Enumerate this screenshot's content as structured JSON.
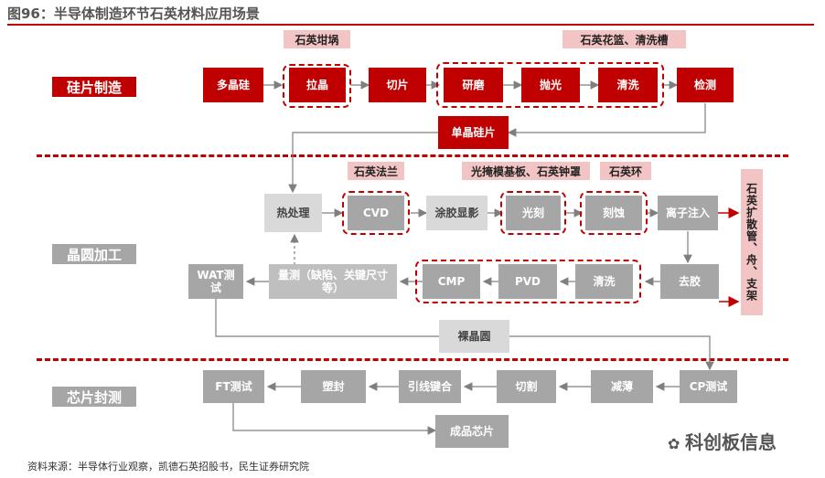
{
  "title": "图96：半导体制造环节石英材料应用场景",
  "sections": {
    "wafer": "硅片制造",
    "fab": "晶圆加工",
    "package": "芯片封测"
  },
  "tags": {
    "crucible": "石英坩埚",
    "basket": "石英花篮、清洗槽",
    "flange": "石英法兰",
    "mask": "光掩模基板、石英钟罩",
    "ring": "石英环",
    "vertical": "石英扩散管、舟、支架"
  },
  "nodes": {
    "poly": "多晶硅",
    "pull": "拉晶",
    "slice": "切片",
    "grind": "研磨",
    "polish": "抛光",
    "clean1": "清洗",
    "inspect": "检测",
    "mono": "单晶硅片",
    "heat": "热处理",
    "cvd": "CVD",
    "coat": "涂胶显影",
    "litho": "光刻",
    "etch": "刻蚀",
    "implant": "离子注入",
    "strip": "去胶",
    "clean2": "清洗",
    "pvd": "PVD",
    "cmp": "CMP",
    "measure": "量测（缺陷、关键尺寸等）",
    "wat": "WAT测试",
    "bare": "裸晶圆",
    "cp": "CP测试",
    "thin": "减薄",
    "dice": "切割",
    "bond": "引线键合",
    "mold": "塑封",
    "ft": "FT测试",
    "final": "成品芯片"
  },
  "source": "资料来源：半导体行业观察，凯德石英招股书，民生证券研究院",
  "watermark": "科创板信息",
  "colors": {
    "accent": "#c00000",
    "tag": "#f2c4c4",
    "gray": "#a6a6a6"
  }
}
